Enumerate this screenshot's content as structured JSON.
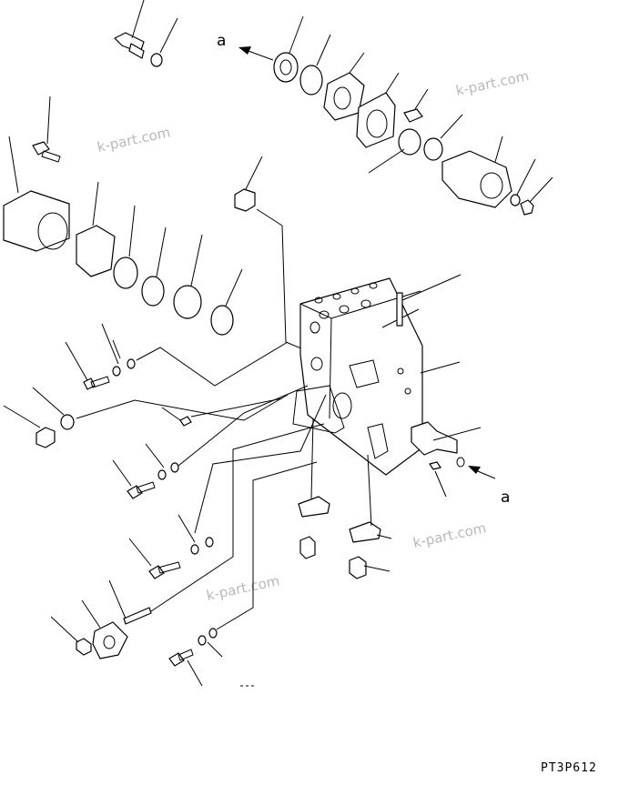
{
  "labels": {
    "arrow_top": "a",
    "arrow_right": "a"
  },
  "watermark": "k-part.com",
  "figure_code": "PT3P612"
}
